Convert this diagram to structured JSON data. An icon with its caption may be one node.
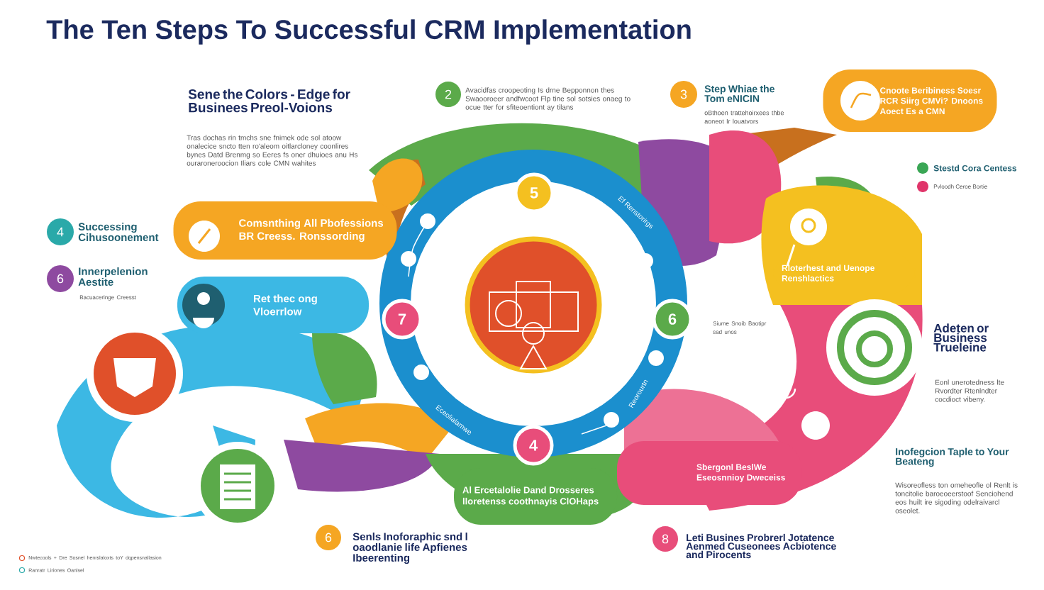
{
  "diagram": {
    "title": "The Ten Steps To Successful CRM Implementation",
    "nodes": [
      {
        "text": [],
        "shape": "circle"
      },
      {
        "text": [],
        "shape": "picture",
        "in": 0
      },
      {
        "text": [
          "5"
        ],
        "in": 0
      },
      {
        "text": [
          "6"
        ]
      },
      {
        "text": [
          "7"
        ],
        "in": 0
      },
      {
        "text": [
          "4"
        ]
      },
      {
        "text": [
          "2"
        ],
        "beside": [
          "Avacidfas croopeoting Is drne Bepponnon thes Swaooroeer andfwcoot Flp tine sol sotsies onaeg to ocue tter for sfiteoentiont ay tilans"
        ]
      },
      {
        "text": [
          "3"
        ],
        "beside": [
          "Step Whiae the Tom eNICIN",
          "oBthoen trattehoirxees thbe aoneot Ir louatvors"
        ]
      },
      {
        "text": [
          "4"
        ],
        "beside": [
          "Successing Cihusoonement"
        ]
      },
      {
        "text": [
          "6"
        ],
        "beside": [
          "Innerpelenion Aestite",
          "Bacuaceringe Creesst"
        ]
      },
      {
        "text": [
          "6"
        ],
        "beside": [
          "Senls Inoforaphic snd l oaodlanie life Apfienes Ibeerenting"
        ]
      },
      {
        "text": [
          "8"
        ],
        "beside": [
          "Leti Busines Probrerl Jotatence Aenmed Cuseonees Acbiotence and Pirocents"
        ]
      },
      {
        "text": [
          "Comsnthing All Pbofessions BR Creess. Ronssording"
        ]
      },
      {
        "text": [
          "Ret thec ong Vloerrlow"
        ]
      },
      {
        "text": [
          "Cnoote Beribiness Soesr RCR Siirg CMVi? Dnoons Aoect Es a CMN"
        ]
      },
      {
        "text": [
          "Rloterhest and Uenope Renshlactics"
        ]
      },
      {
        "text": [
          "Al Ercetalolie Dand Drosseres lloretenss coothnayis ClOHaps"
        ]
      },
      {
        "text": [
          "Sbergonl BeslWe Eseosnnioy Dweceiss"
        ]
      }
    ],
    "labels": [
      "Sene the Colors - Edge for Businees Preol-Voions",
      "Tras dochas rin tmchs sne fnimek ode sol atoow onalecice sncto tten ro'aleom oitlarcloney coonlires bynes Datd Brenmg so Eeres fs oner dhuioes anu Hs ouraroneroocion Iliars cole CMN wahites",
      "Ef Renstorirgs",
      "Eceolialamwe",
      "Reorourtn",
      "Siume Snoib Baotipr sad unos",
      "Adeten or Business Trueleine",
      "Eonl unerotedness lte Rvordter Rtenlndter cocdioct vibeny.",
      "Inofegcion Taple to Your Beateng",
      "Wisoreofless ton omeheofle ol Renlt is toncitolie baroeoeerstoof Senciohend eos huilt ire sigoding odelraivarcl oseolet.",
      "Nwtecools + Dre Sosnel henrslaloxts toY dqpensnallasion",
      "Ranratr Liriones Oanlsel"
    ],
    "legend": [
      {
        "text": "Stestd Cora Centess",
        "color": "#3aa655"
      },
      {
        "text": "Pvloodh Ceroe Bortie",
        "color": "#e0356a"
      }
    ]
  }
}
